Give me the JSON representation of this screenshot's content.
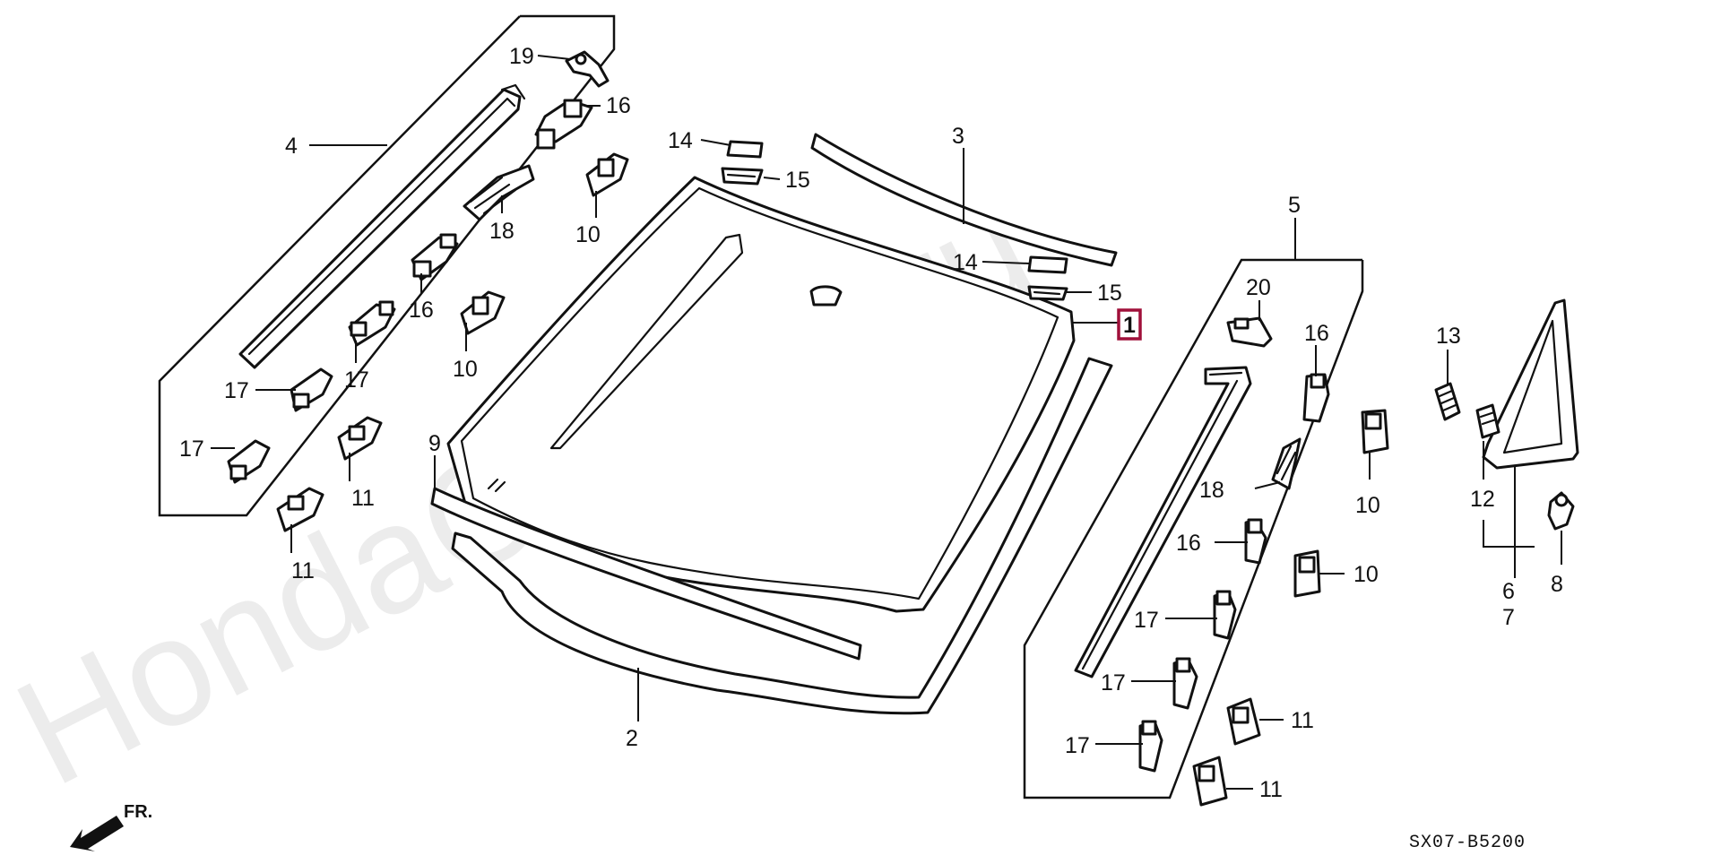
{
  "diagram": {
    "watermark": "HondaCarline.ru",
    "diagram_code": "SX07-B5200",
    "direction_label": "FR.",
    "highlighted_callout": "1",
    "callouts": {
      "c1": "1",
      "c2": "2",
      "c3": "3",
      "c4": "4",
      "c5": "5",
      "c6": "6",
      "c7": "7",
      "c8": "8",
      "c9": "9",
      "c10a": "10",
      "c10b": "10",
      "c10c": "10",
      "c10d": "10",
      "c11a": "11",
      "c11b": "11",
      "c11c": "11",
      "c11d": "11",
      "c12": "12",
      "c13": "13",
      "c14a": "14",
      "c14b": "14",
      "c15a": "15",
      "c15b": "15",
      "c16a": "16",
      "c16b": "16",
      "c16c": "16",
      "c16d": "16",
      "c17a": "17",
      "c17b": "17",
      "c17c": "17",
      "c17d": "17",
      "c17e": "17",
      "c17f": "17",
      "c18a": "18",
      "c18b": "18",
      "c19": "19",
      "c20": "20"
    }
  }
}
